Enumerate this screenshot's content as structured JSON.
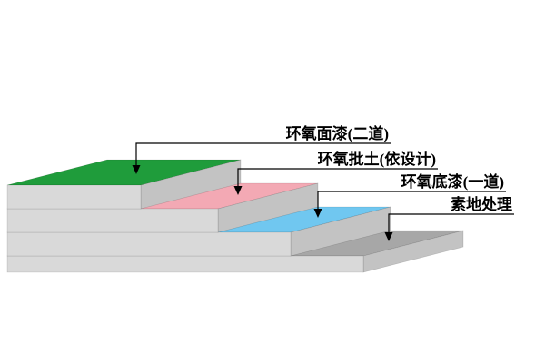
{
  "diagram": {
    "background_color": "#ffffff",
    "line_color": "#000000",
    "neutral_faces": {
      "front": "#d9d9d9",
      "side": "#c3c3c3"
    },
    "layers": [
      {
        "id": "topcoat",
        "label": "环氧面漆(二道)",
        "color": "#1f9c3b"
      },
      {
        "id": "putty",
        "label": "环氧批土(依设计)",
        "color": "#f3a9b4"
      },
      {
        "id": "primer",
        "label": "环氧底漆(一道)",
        "color": "#70c7f0"
      },
      {
        "id": "substrate",
        "label": "素地处理",
        "color": "#a7a7a7"
      }
    ]
  }
}
